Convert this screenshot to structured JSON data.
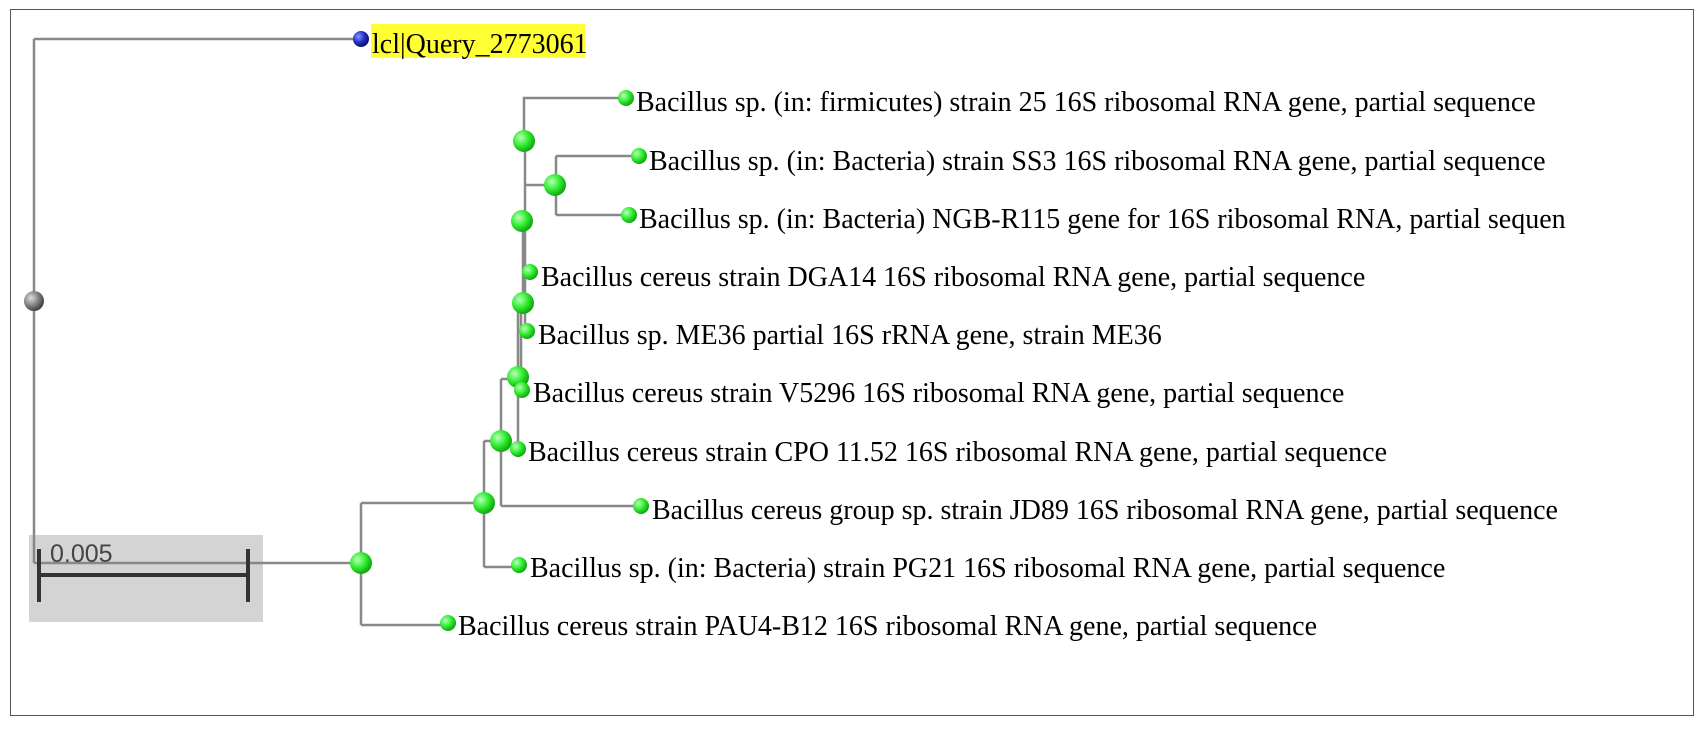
{
  "tree": {
    "query_label": "lcl|Query_2773061",
    "scale_bar": {
      "label": "0.005"
    },
    "colors": {
      "branch": "#888888",
      "node": "#33ee33",
      "root_node": "#888888",
      "query_node": "#2233cc",
      "highlight": "#ffff33",
      "scale_box": "#d4d4d4"
    },
    "leaves": [
      "Bacillus sp. (in: firmicutes) strain 25 16S ribosomal RNA gene, partial sequence",
      "Bacillus sp. (in: Bacteria) strain SS3 16S ribosomal RNA gene, partial sequence",
      "Bacillus sp. (in: Bacteria) NGB-R115 gene for 16S ribosomal RNA, partial sequen",
      "Bacillus cereus strain DGA14 16S ribosomal RNA gene, partial sequence",
      "Bacillus sp. ME36 partial 16S rRNA gene, strain ME36",
      "Bacillus cereus strain V5296 16S ribosomal RNA gene, partial sequence",
      "Bacillus cereus strain CPO 11.52 16S ribosomal RNA gene, partial sequence",
      "Bacillus cereus group sp. strain JD89 16S ribosomal RNA gene, partial sequence",
      "Bacillus sp. (in: Bacteria) strain PG21 16S ribosomal RNA gene, partial sequence",
      "Bacillus cereus strain PAU4-B12 16S ribosomal RNA gene, partial sequence"
    ]
  }
}
